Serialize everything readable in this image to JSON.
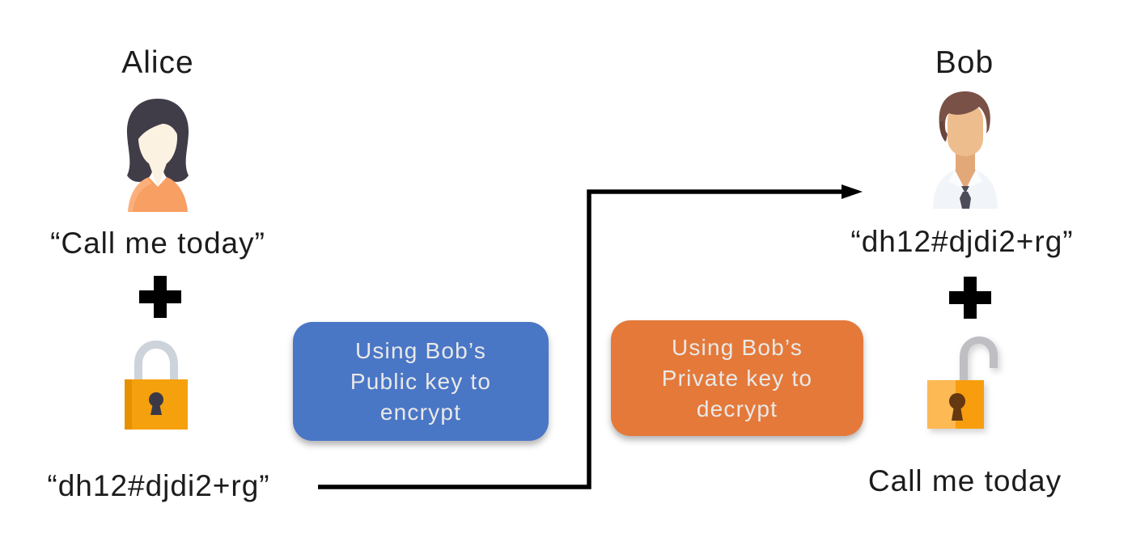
{
  "colors": {
    "background": "#ffffff",
    "text": "#1c1c1c",
    "encrypt_box_bg": "#4a76c6",
    "decrypt_box_bg": "#e5793a",
    "box_text": "#e9e9e7",
    "arrow": "#000000",
    "plus": "#000000",
    "lock_body": "#f5a00d",
    "lock_body_light": "#fdb954",
    "lock_shackle_silver": "#cdd3da",
    "lock_shackle_gray": "#bfbfc3"
  },
  "alice": {
    "name": "Alice",
    "avatar_icon": "woman-avatar-icon",
    "plaintext": "“Call me today”",
    "plus_icon": "plus-icon",
    "lock_icon": "locked-padlock-icon",
    "ciphertext": "“dh12#djdi2+rg”"
  },
  "bob": {
    "name": "Bob",
    "avatar_icon": "man-avatar-icon",
    "ciphertext": "“dh12#djdi2+rg”",
    "plus_icon": "plus-icon",
    "lock_icon": "unlocked-padlock-icon",
    "plaintext": "Call me today"
  },
  "encrypt_box": {
    "lines": [
      "Using Bob’s",
      "Public key to",
      "encrypt"
    ]
  },
  "decrypt_box": {
    "lines": [
      "Using Bob’s",
      "Private key to",
      "decrypt"
    ]
  },
  "arrow": {
    "icon": "elbow-arrow-right-icon"
  }
}
